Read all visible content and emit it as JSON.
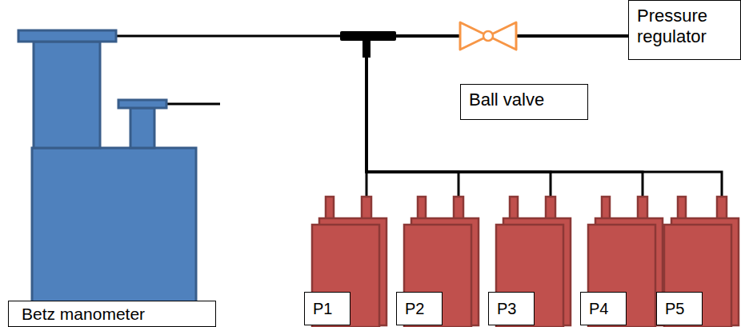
{
  "diagram": {
    "nodes": [
      {
        "text": [
          "Betz manometer"
        ]
      },
      {
        "text": [
          "Ball valve"
        ]
      },
      {
        "text": [
          "Pressure regulator"
        ]
      },
      {
        "text": [
          "P1"
        ]
      },
      {
        "text": [
          "P2"
        ]
      },
      {
        "text": [
          "P3"
        ]
      },
      {
        "text": [
          "P4"
        ]
      },
      {
        "text": [
          "P5"
        ]
      }
    ],
    "edges": [
      {
        "from": 2,
        "to": 0,
        "arrow": "none"
      },
      {
        "from": 2,
        "to": 3,
        "arrow": "none"
      },
      {
        "from": 2,
        "to": 4,
        "arrow": "none"
      },
      {
        "from": 2,
        "to": 5,
        "arrow": "none"
      },
      {
        "from": 2,
        "to": 6,
        "arrow": "none"
      },
      {
        "from": 2,
        "to": 7,
        "arrow": "none"
      }
    ]
  }
}
